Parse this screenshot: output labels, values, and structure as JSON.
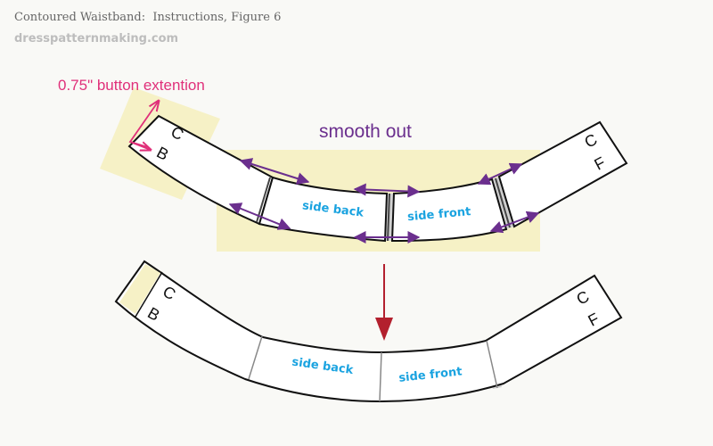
{
  "header": {
    "title": "Contoured Waistband:  Instructions, Figure 6",
    "site": "dresspatternmaking.com"
  },
  "colors": {
    "highlight": "#f6f1c6",
    "annotation_purple": "#6b2f8e",
    "annotation_pink": "#e0307a",
    "piece_label": "#1aa3e0",
    "arrow_red": "#b3202e",
    "outline": "#111111",
    "seam_gray": "#9a9a9a"
  },
  "figure": {
    "button_extension_label": "0.75\" button extention",
    "smooth_out_label": "smooth out",
    "top_band": {
      "cb_letters": [
        "C",
        "B"
      ],
      "cf_letters": [
        "C",
        "F"
      ],
      "side_back_label": "side back",
      "side_front_label": "side front"
    },
    "bottom_band": {
      "cb_letters": [
        "C",
        "B"
      ],
      "cf_letters": [
        "C",
        "F"
      ],
      "side_back_label": "side back",
      "side_front_label": "side front"
    }
  }
}
